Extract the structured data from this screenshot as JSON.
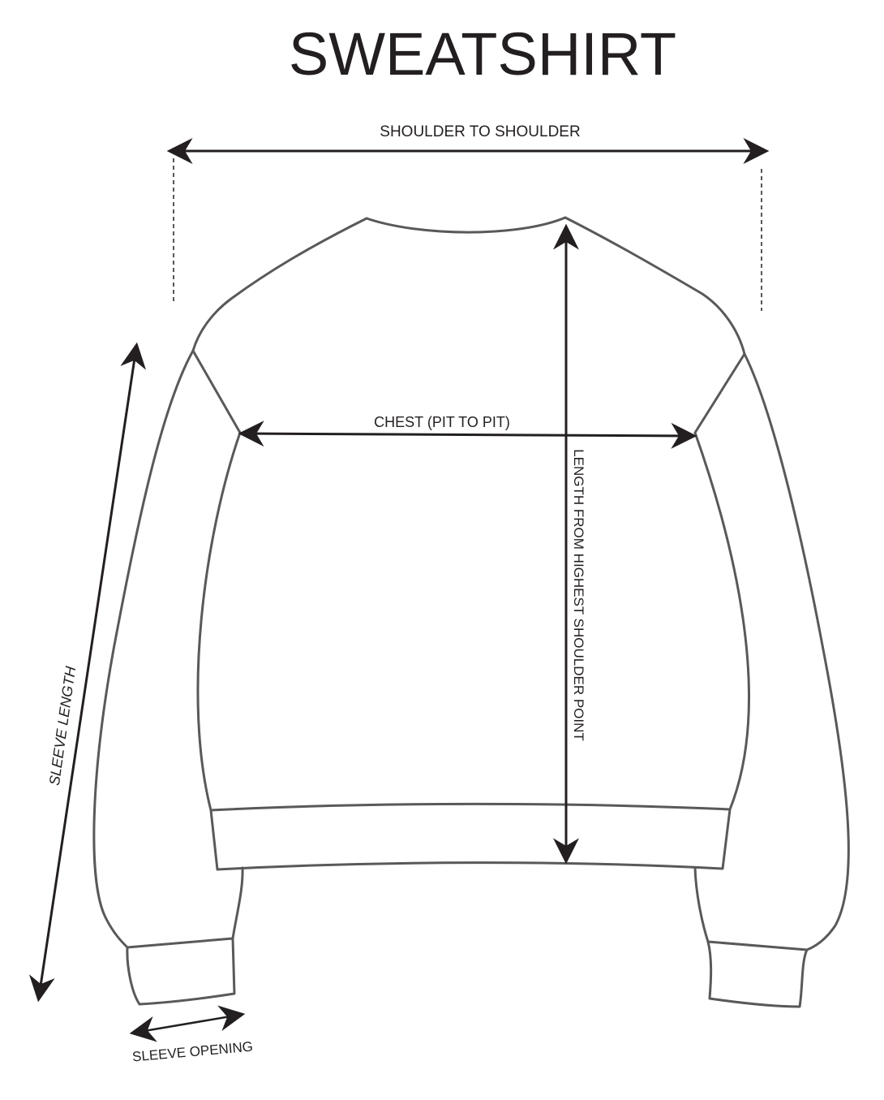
{
  "title": "SWEATSHIRT",
  "labels": {
    "shoulder_to_shoulder": "SHOULDER TO SHOULDER",
    "chest": "CHEST (PIT TO PIT)",
    "length": "LENGTH  FROM HIGHEST SHOULDER POINT",
    "sleeve_length": "SLEEVE LENGTH",
    "sleeve_opening": "SLEEVE OPENING"
  },
  "colors": {
    "outline": "#58595b",
    "arrow": "#231f20",
    "text": "#231f20"
  }
}
